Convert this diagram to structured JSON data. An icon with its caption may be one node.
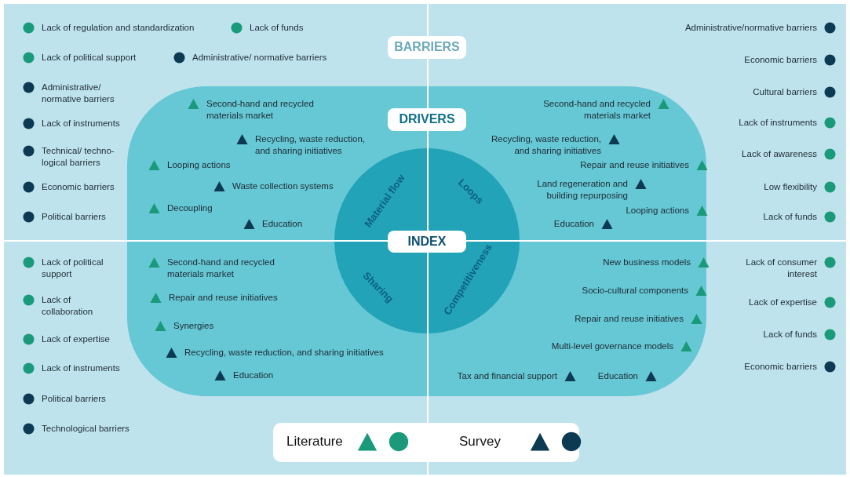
{
  "diagram": {
    "nodes": [
      {
        "text": [
          "BARRIERS"
        ]
      },
      {
        "text": [
          "DRIVERS"
        ],
        "in": 0
      },
      {
        "text": [
          "INDEX",
          "Material flow",
          "Loops",
          "Sharing",
          "Competitiveness"
        ],
        "in": 1
      }
    ],
    "labels": [
      "Lack of regulation and standardization",
      "Lack of funds",
      "Lack of political support",
      "Administrative/ normative barriers",
      "Administrative/ normative barriers",
      "Lack of instruments",
      "Technical/ techno-logical barriers",
      "Economic barriers",
      "Political barriers",
      "Administrative/normative barriers",
      "Economic barriers",
      "Cultural barriers",
      "Lack of instruments",
      "Lack of awareness",
      "Low flexibility",
      "Lack of funds",
      "Second-hand and recycled materials market",
      "Recycling, waste reduction, and sharing initiatives",
      "Looping actions",
      "Waste collection systems",
      "Decoupling",
      "Education",
      "Second-hand and recycled materials market",
      "Recycling, waste reduction, and sharing initiatives",
      "Repair and reuse initiatives",
      "Land regeneration and building repurposing",
      "Looping actions",
      "Education",
      "Lack of political support",
      "Lack of collaboration",
      "Lack of expertise",
      "Lack of instruments",
      "Political barriers",
      "Technological barriers",
      "Second-hand and recycled materials market",
      "Repair and reuse initiatives",
      "Synergies",
      "Recycling, waste reduction, and sharing initiatives",
      "Education",
      "New business models",
      "Socio-cultural components",
      "Repair and reuse initiatives",
      "Multi-level governance models",
      "Tax and financial support",
      "Education",
      "Lack of consumer interest",
      "Lack of expertise",
      "Lack of funds",
      "Economic barriers"
    ],
    "legend": [
      {
        "text": "Literature"
      },
      {
        "text": "Survey"
      }
    ]
  }
}
